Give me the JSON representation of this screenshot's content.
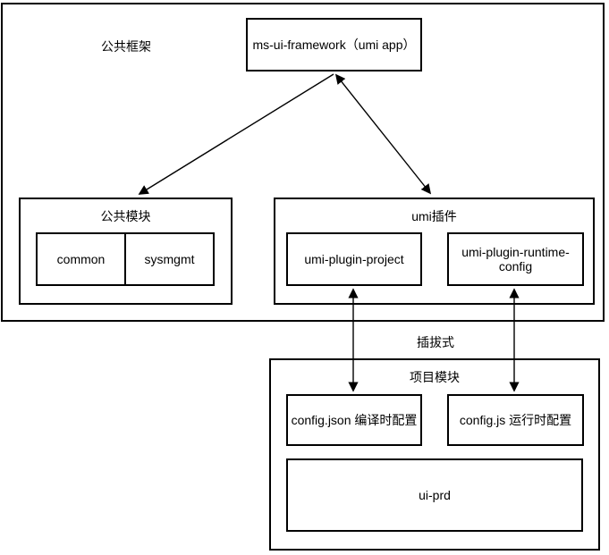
{
  "diagram": {
    "section_labels": {
      "public_framework": "公共框架",
      "pluggable": "插拔式"
    },
    "framework": {
      "label": "ms-ui-framework（umi app）"
    },
    "common_module": {
      "title": "公共模块",
      "children": {
        "common": "common",
        "sysmgmt": "sysmgmt"
      }
    },
    "umi_plugins": {
      "title": "umi插件",
      "children": {
        "project": "umi-plugin-project",
        "runtime_config": "umi-plugin-runtime-config"
      }
    },
    "project_module": {
      "title": "项目模块",
      "children": {
        "config_json": "config.json 编译时配置",
        "config_js": "config.js 运行时配置",
        "ui_prd": "ui-prd"
      }
    },
    "colors": {
      "line": "#000000",
      "background": "#ffffff",
      "text": "#000000"
    }
  }
}
